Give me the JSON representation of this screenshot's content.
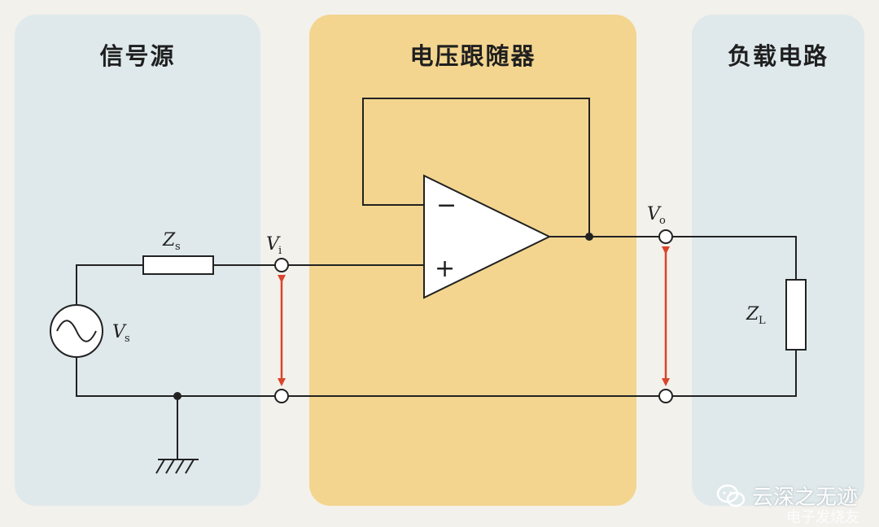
{
  "panels": {
    "source_title": "信号源",
    "follower_title": "电压跟随器",
    "load_title": "负载电路"
  },
  "labels": {
    "zs_main": "Z",
    "zs_sub": "s",
    "vs_main": "V",
    "vs_sub": "s",
    "vi_main": "V",
    "vi_sub": "i",
    "vo_main": "V",
    "vo_sub": "o",
    "zl_main": "Z",
    "zl_sub": "L",
    "opamp_minus": "−",
    "opamp_plus": "+"
  },
  "watermark": {
    "text": "云深之无迹",
    "text2": "电子发烧友"
  },
  "colors": {
    "panel_side": "#dfe9ec",
    "panel_center": "#f3d58f",
    "wire": "#222222",
    "arrow": "#d9452b"
  }
}
